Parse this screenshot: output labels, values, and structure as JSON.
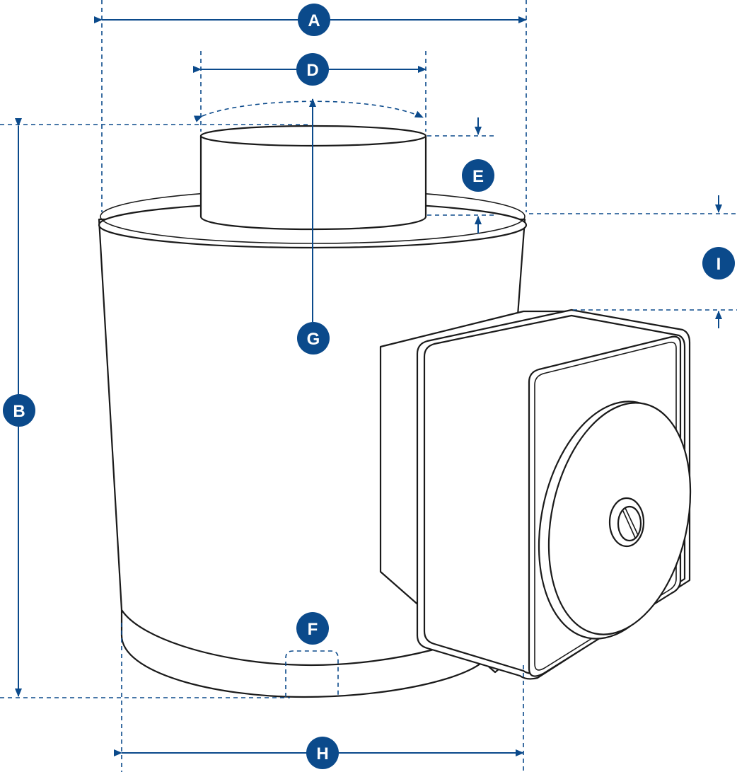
{
  "colors": {
    "accent": "#0b4a8b",
    "outline": "#1a1a1a",
    "fill": "#ffffff"
  },
  "labels": {
    "A": "A",
    "B": "B",
    "D": "D",
    "E": "E",
    "F": "F",
    "G": "G",
    "H": "H",
    "I": "I"
  }
}
